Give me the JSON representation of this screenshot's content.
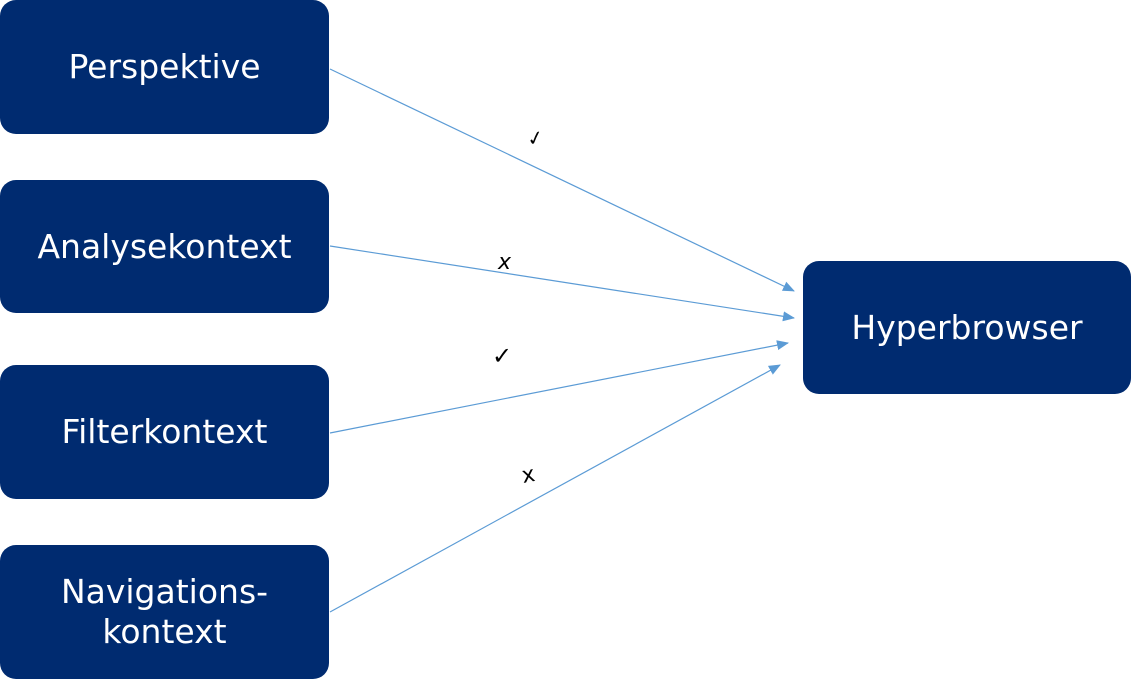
{
  "sources": [
    {
      "label": "Perspektive"
    },
    {
      "label": "Analysekontext"
    },
    {
      "label": "Filterkontext"
    },
    {
      "label": "Navigations-\nkontext"
    }
  ],
  "target": {
    "label": "Hyperbrowser"
  },
  "marks": [
    "✓",
    "x",
    "✓",
    "x"
  ],
  "colors": {
    "box": "#002b70",
    "box_text": "#ffffff",
    "arrow": "#5b9bd5"
  }
}
